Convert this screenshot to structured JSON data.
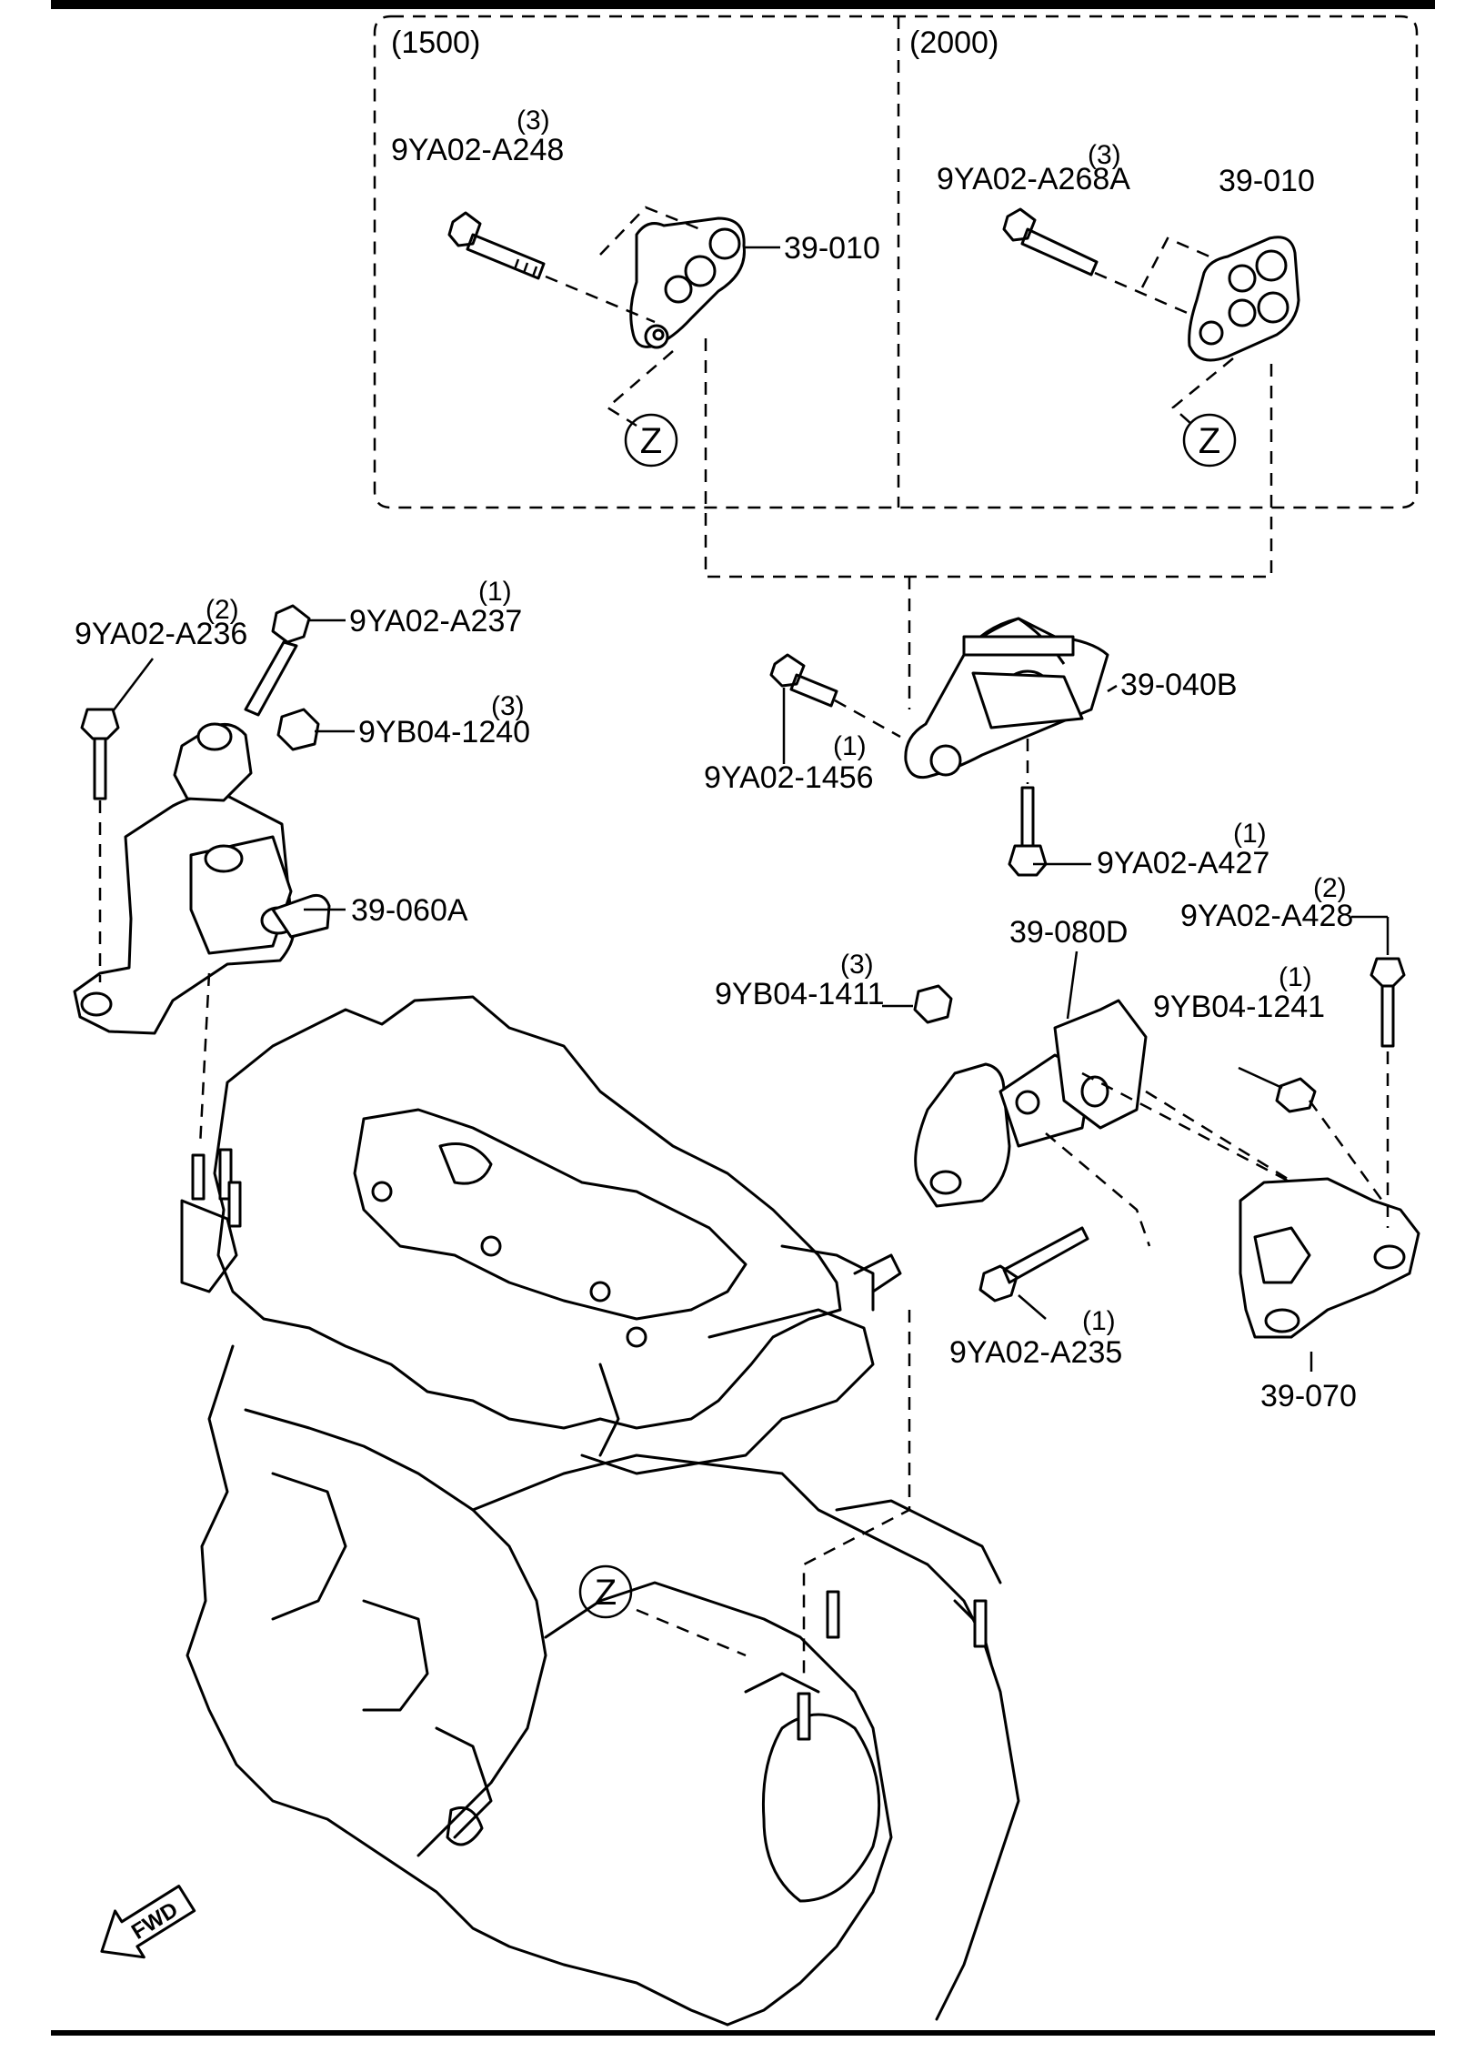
{
  "variants": {
    "left": "(1500)",
    "right": "(2000)"
  },
  "zone_marker": "Z",
  "fwd_label": "FWD",
  "callouts": {
    "a248": {
      "part": "9YA02-A248",
      "qty": "(3)"
    },
    "m010a": {
      "part": "39-010"
    },
    "a268a": {
      "part": "9YA02-A268A",
      "qty": "(3)"
    },
    "m010b": {
      "part": "39-010"
    },
    "a236": {
      "part": "9YA02-A236",
      "qty": "(2)"
    },
    "a237": {
      "part": "9YA02-A237",
      "qty": "(1)"
    },
    "b1240": {
      "part": "9YB04-1240",
      "qty": "(3)"
    },
    "m060a": {
      "part": "39-060A"
    },
    "m040b": {
      "part": "39-040B"
    },
    "a1456": {
      "part": "9YA02-1456",
      "qty": "(1)"
    },
    "a427": {
      "part": "9YA02-A427",
      "qty": "(1)"
    },
    "a428": {
      "part": "9YA02-A428",
      "qty": "(2)"
    },
    "m080d": {
      "part": "39-080D"
    },
    "b1241": {
      "part": "9YB04-1241",
      "qty": "(1)"
    },
    "b1411": {
      "part": "9YB04-1411",
      "qty": "(3)"
    },
    "a235": {
      "part": "9YA02-A235",
      "qty": "(1)"
    },
    "m070": {
      "part": "39-070"
    }
  }
}
